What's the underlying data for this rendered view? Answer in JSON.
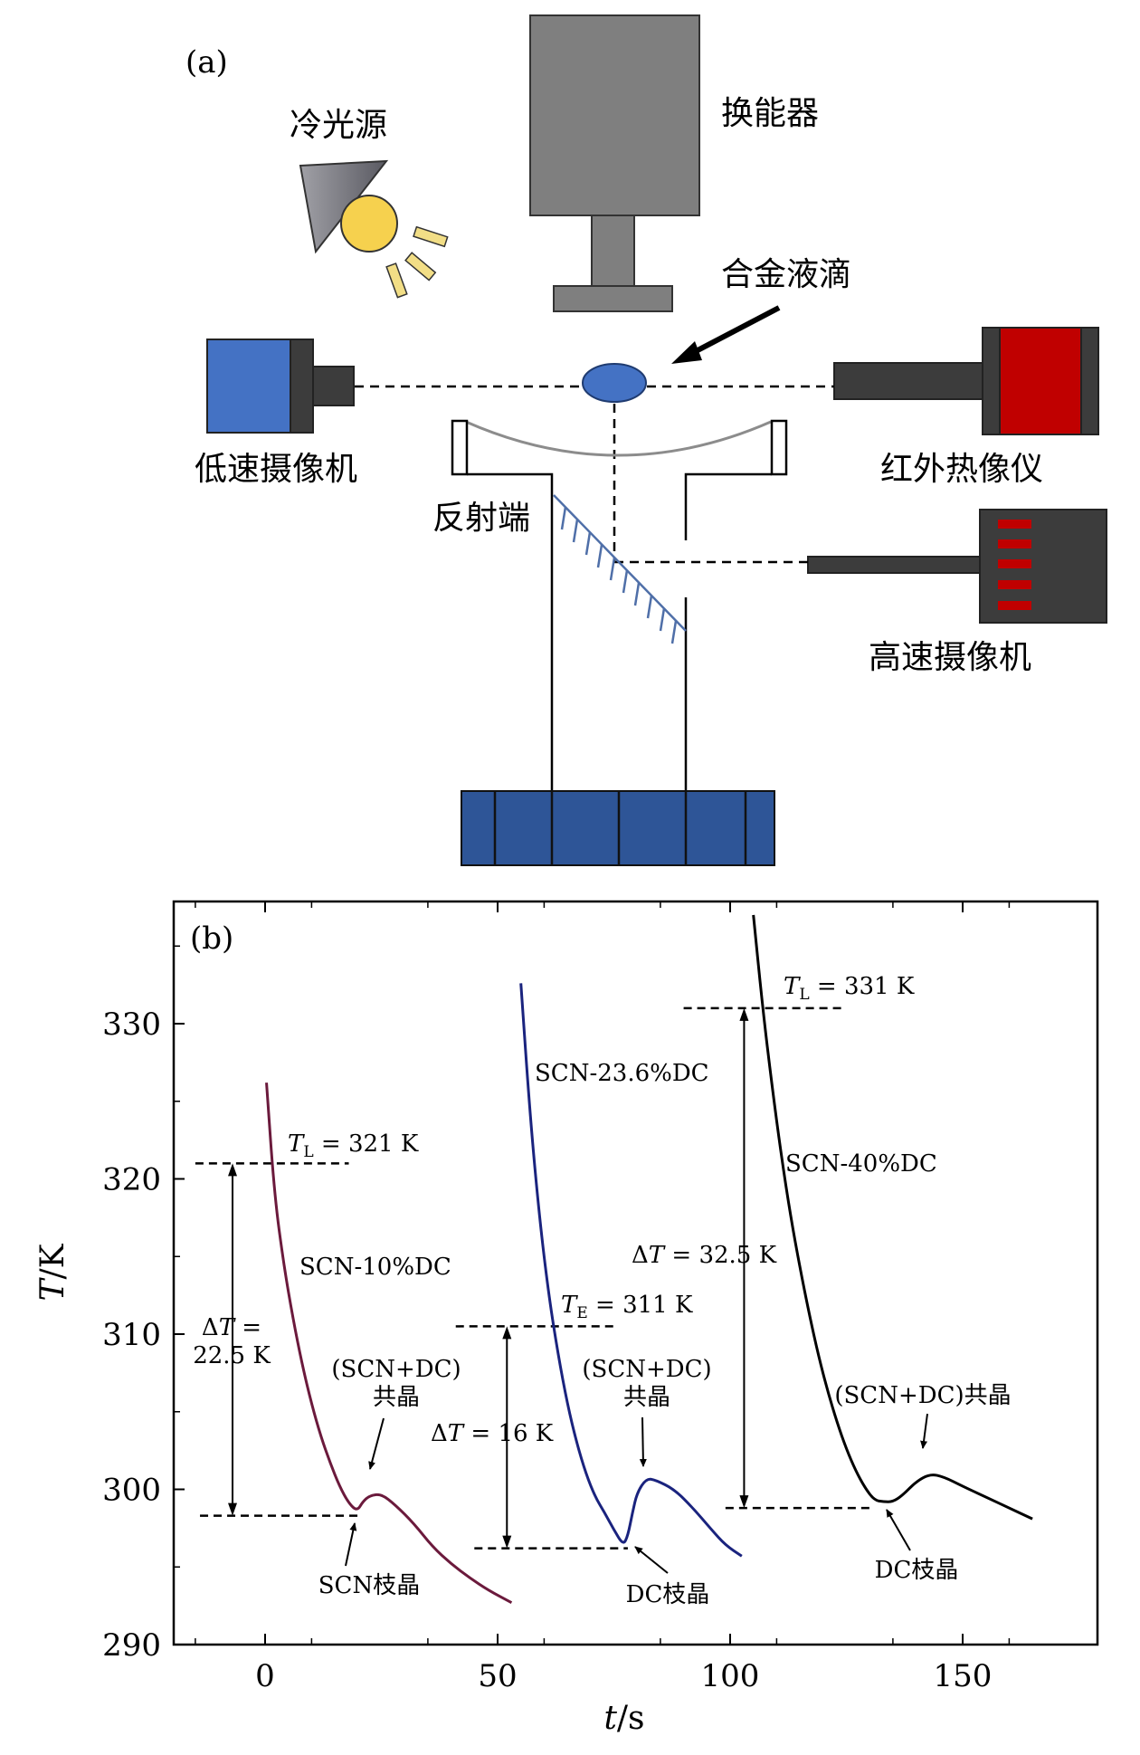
{
  "panel_a": {
    "panel_label": "(a)",
    "labels": {
      "cold_light_source": "冷光源",
      "transducer": "换能器",
      "alloy_droplet": "合金液滴",
      "low_speed_camera": "低速摄像机",
      "infrared_camera": "红外热像仪",
      "reflector": "反射端",
      "high_speed_camera": "高速摄像机"
    }
  },
  "panel_b": {
    "panel_label": "(b)",
    "annotations": {
      "tl_321": "T_L = 321 K",
      "tl_331": "T_L = 331 K",
      "te_311": "T_E = 311 K",
      "series_10": "SCN-10%DC",
      "series_236": "SCN-23.6%DC",
      "series_40": "SCN-40%DC",
      "dt_225_line1": "ΔT =",
      "dt_225_line2": "22.5 K",
      "dt_16": "ΔT = 16 K",
      "dt_325": "ΔT = 32.5 K",
      "eutectic_1_line1": "(SCN+DC)",
      "eutectic_1_line2": "共晶",
      "eutectic_2_line1": "(SCN+DC)",
      "eutectic_2_line2": "共晶",
      "eutectic_3": "(SCN+DC)共晶",
      "scn_dendrite": "SCN枝晶",
      "dc_dendrite_1": "DC枝晶",
      "dc_dendrite_2": "DC枝晶"
    }
  },
  "chart_data": {
    "type": "line",
    "xlabel": "t/s",
    "ylabel": "T/K",
    "xlim": [
      -20,
      180
    ],
    "ylim": [
      290,
      338
    ],
    "xticks": [
      0,
      50,
      100,
      150
    ],
    "yticks": [
      290,
      300,
      310,
      320,
      330
    ],
    "grid": false,
    "series": [
      {
        "name": "SCN-10%DC",
        "color": "#6b1a3c",
        "x": [
          0.3,
          2,
          4,
          6,
          8,
          10,
          12,
          14,
          16,
          18,
          19.8,
          21,
          22.5,
          25,
          28,
          32,
          36,
          40,
          44,
          48,
          53
        ],
        "y": [
          326.2,
          319.0,
          314.5,
          311.0,
          308.0,
          305.5,
          303.4,
          301.7,
          300.2,
          299.1,
          298.6,
          299.2,
          299.6,
          299.7,
          299.0,
          297.8,
          296.3,
          295.2,
          294.3,
          293.5,
          292.7
        ]
      },
      {
        "name": "SCN-23.6%DC",
        "color": "#1a237e",
        "x": [
          55,
          57,
          59,
          61,
          63,
          65,
          67,
          69,
          71,
          73,
          75,
          77,
          78,
          79,
          80,
          82,
          84,
          88,
          92,
          96,
          99,
          102.5
        ],
        "y": [
          332.6,
          324.0,
          317.5,
          312.5,
          308.7,
          305.5,
          303.0,
          301.0,
          299.5,
          298.5,
          297.4,
          296.4,
          297.0,
          298.5,
          299.8,
          300.7,
          300.6,
          300.0,
          298.8,
          297.4,
          296.4,
          295.7
        ]
      },
      {
        "name": "SCN-40%DC",
        "color": "#000000",
        "x": [
          105,
          107,
          109,
          111,
          113,
          115,
          117,
          119,
          121,
          123,
          125,
          127,
          129,
          131,
          133,
          135,
          137,
          140,
          143,
          146,
          150,
          155,
          160,
          165
        ],
        "y": [
          337.0,
          331.0,
          326.0,
          321.5,
          317.6,
          314.3,
          311.3,
          308.6,
          306.3,
          304.3,
          302.6,
          301.2,
          300.1,
          299.3,
          299.2,
          299.2,
          299.6,
          300.5,
          301.0,
          300.8,
          300.2,
          299.5,
          298.8,
          298.1
        ]
      }
    ],
    "reference_lines": {
      "tl_321": {
        "y": 321,
        "x": [
          -15,
          18
        ]
      },
      "tl_331": {
        "y": 331,
        "x": [
          90,
          124
        ]
      },
      "te_311": {
        "y": 310.5,
        "x": [
          41,
          76
        ]
      },
      "base_10": {
        "y": 298.3,
        "x": [
          -14,
          20
        ]
      },
      "base_236": {
        "y": 296.2,
        "x": [
          45,
          78
        ]
      },
      "base_40": {
        "y": 298.8,
        "x": [
          99,
          131
        ]
      }
    },
    "arrows_deltaT": [
      {
        "x": -7,
        "y_top": 321,
        "y_bottom": 298.3
      },
      {
        "x": 52,
        "y_top": 310.5,
        "y_bottom": 296.2
      },
      {
        "x": 103,
        "y_top": 331,
        "y_bottom": 298.8
      }
    ]
  }
}
